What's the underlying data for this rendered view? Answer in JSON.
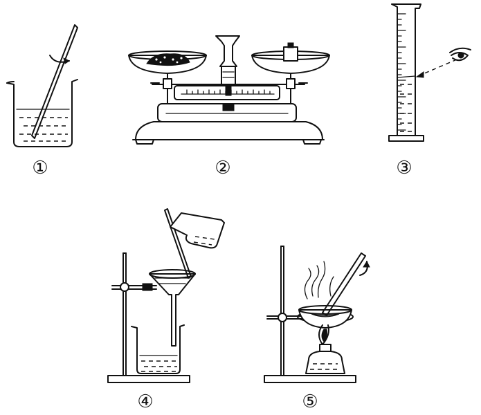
{
  "steps": [
    {
      "label": "①",
      "name": "stirring-dissolving"
    },
    {
      "label": "②",
      "name": "weighing-on-balance"
    },
    {
      "label": "③",
      "name": "reading-measuring-cylinder"
    },
    {
      "label": "④",
      "name": "filtration"
    },
    {
      "label": "⑤",
      "name": "evaporation"
    }
  ],
  "colors": {
    "line": "#111111",
    "background": "#ffffff"
  }
}
